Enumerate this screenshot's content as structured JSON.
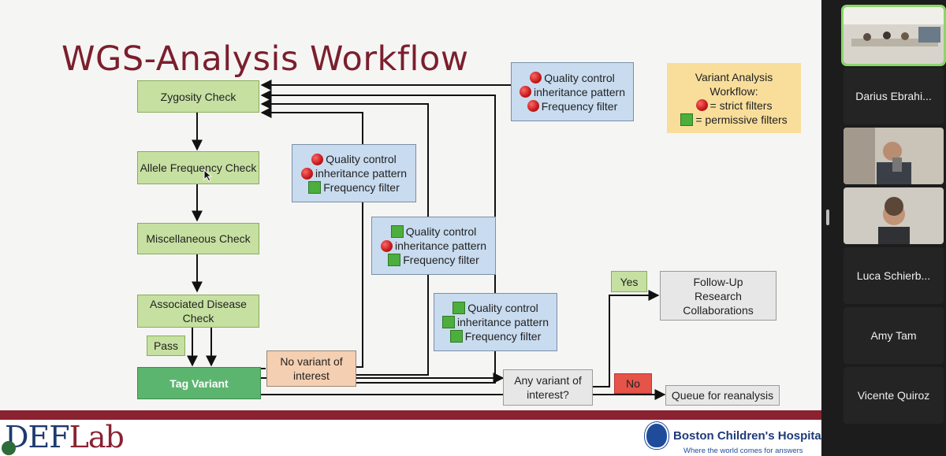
{
  "slide": {
    "title": "WGS-Analysis Workflow",
    "steps": {
      "zygosity": "Zygosity Check",
      "allele": "Allele Frequency Check",
      "misc": "Miscellaneous Check",
      "disease": "Associated Disease Check",
      "tag": "Tag Variant"
    },
    "pass_label": "Pass",
    "no_variant": "No variant of interest",
    "any_variant": "Any variant of interest?",
    "yes_label": "Yes",
    "no_label": "No",
    "followup": "Follow-Up Research Collaborations",
    "queue": "Queue for reanalysis",
    "filter_lines": {
      "qc": "Quality control",
      "inheritance": "inheritance pattern",
      "freq": "Frequency filter"
    },
    "legend": {
      "title": "Variant Analysis Workflow:",
      "strict": "= strict filters",
      "permissive": "= permissive filters"
    },
    "logos": {
      "deflab_def": "DEF",
      "deflab_lab": "Lab",
      "hospital": "Boston Children's Hospital",
      "tagline": "Where the world comes for answers"
    }
  },
  "participants": [
    {
      "name": "Darius Ebrahi..."
    },
    {
      "name": "Luca Schierb..."
    },
    {
      "name": "Amy Tam"
    },
    {
      "name": "Vicente Quiroz"
    }
  ],
  "colors": {
    "title": "#7b1f2c",
    "strict": "#c41818",
    "permissive": "#4cae3c",
    "brand_bar": "#8a2231"
  }
}
